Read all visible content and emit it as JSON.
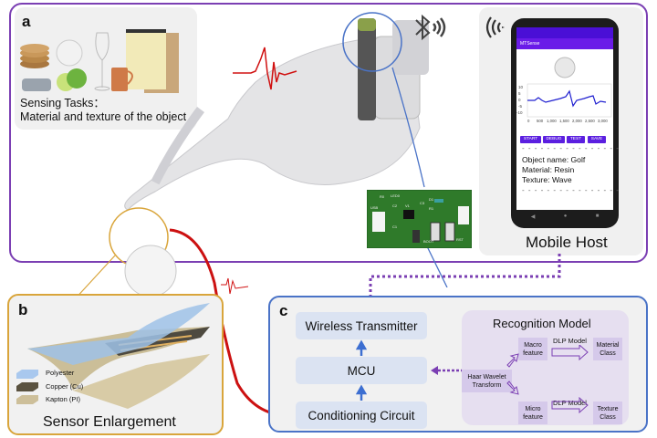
{
  "panel_a": {
    "label": "a",
    "tasks_line1": "Sensing Tasks：",
    "tasks_line2": "Material and texture of the object",
    "objects": [
      "cork coasters",
      "golf ball",
      "wine glass",
      "notepad",
      "towel",
      "green apple",
      "copper mug"
    ]
  },
  "mobile": {
    "title": "Mobile Host",
    "app_name": "MTSense",
    "chart_y_ticks": [
      "10",
      "5",
      "0",
      "-5",
      "-10"
    ],
    "chart_x_ticks": [
      "0",
      "500",
      "1,000",
      "1,500",
      "2,000",
      "2,500",
      "3,000"
    ],
    "buttons": [
      "START",
      "DEBUG",
      "TEST",
      "SAVE"
    ],
    "object_name": "Object name: Golf",
    "material": "Material: Resin",
    "texture": "Texture: Wave",
    "dashes": "- - - - - - - - - - - - - - - -"
  },
  "panel_b": {
    "label": "b",
    "legend": [
      "Polyester",
      "Copper (Cu)",
      "Kapton (PI)"
    ],
    "legend_colors": [
      "#a9c8ee",
      "#5a5240",
      "#cdbf9a"
    ],
    "title": "Sensor  Enlargement"
  },
  "pcb": {
    "labels": [
      "R0",
      "LED0",
      "USB",
      "C2",
      "V1",
      "C3",
      "R1",
      "D1",
      "C1",
      "BOOT",
      "RST"
    ]
  },
  "panel_c": {
    "label": "c",
    "wireless": "Wireless Transmitter",
    "mcu": "MCU",
    "conditioning": "Conditioning Circuit"
  },
  "recognition": {
    "title": "Recognition Model",
    "haar": "Haar Wavelet Transform",
    "macro": "Macro feature",
    "micro": "Micro feature",
    "dlp_top": "DLP Model",
    "dlp_bottom": "DLP Model",
    "material_class": "Material Class",
    "texture_class": "Texture Class"
  },
  "colors": {
    "purple": "#7b3fb3",
    "gold": "#d9a53b",
    "blue": "#4a73c7",
    "red": "#cc1111",
    "arrow_blue": "#3d6fd1"
  }
}
